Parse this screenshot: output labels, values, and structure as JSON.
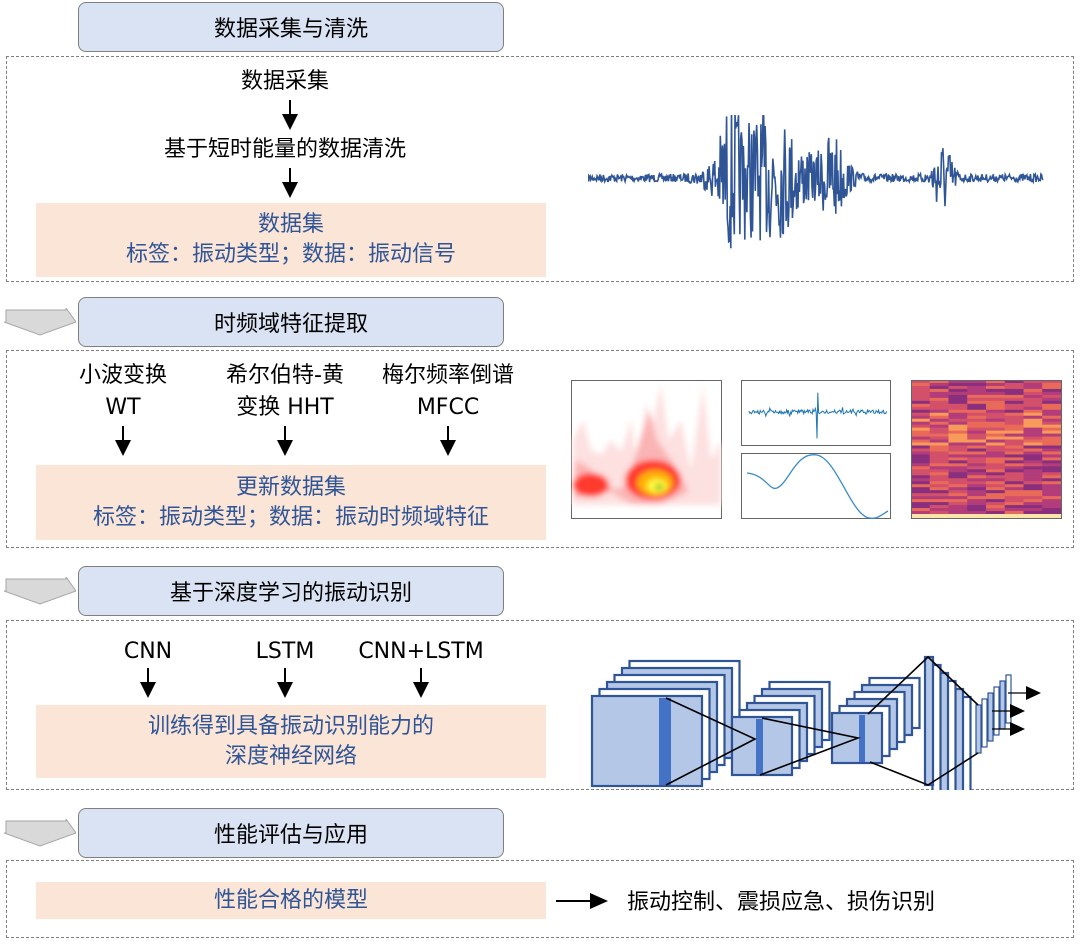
{
  "stage1": {
    "title": "数据采集与清洗",
    "step1": "数据采集",
    "step2": "基于短时能量的数据清洗",
    "dataset_line1": "数据集",
    "dataset_line2": "标签：振动类型；数据：振动信号"
  },
  "stage2": {
    "title": "时频域特征提取",
    "methods": [
      {
        "line1": "小波变换",
        "line2": "WT"
      },
      {
        "line1": "希尔伯特-黄",
        "line2": "变换 HHT"
      },
      {
        "line1": "梅尔频率倒谱",
        "line2": "MFCC"
      }
    ],
    "dataset_line1": "更新数据集",
    "dataset_line2": "标签：振动类型；数据：振动时频域特征"
  },
  "stage3": {
    "title": "基于深度学习的振动识别",
    "models": [
      "CNN",
      "LSTM",
      "CNN+LSTM"
    ],
    "result_line1": "训练得到具备振动识别能力的",
    "result_line2": "深度神经网络"
  },
  "stage4": {
    "title": "性能评估与应用",
    "model": "性能合格的模型",
    "applications": "振动控制、震损应急、损伤识别"
  },
  "colors": {
    "pill": "#dae3f3",
    "peach": "#fbe5d6",
    "text_blue": "#2f5597",
    "wave": "#2f5597",
    "cnn_fill": "#b4c7e7",
    "cnn_stroke": "#2f5597"
  }
}
